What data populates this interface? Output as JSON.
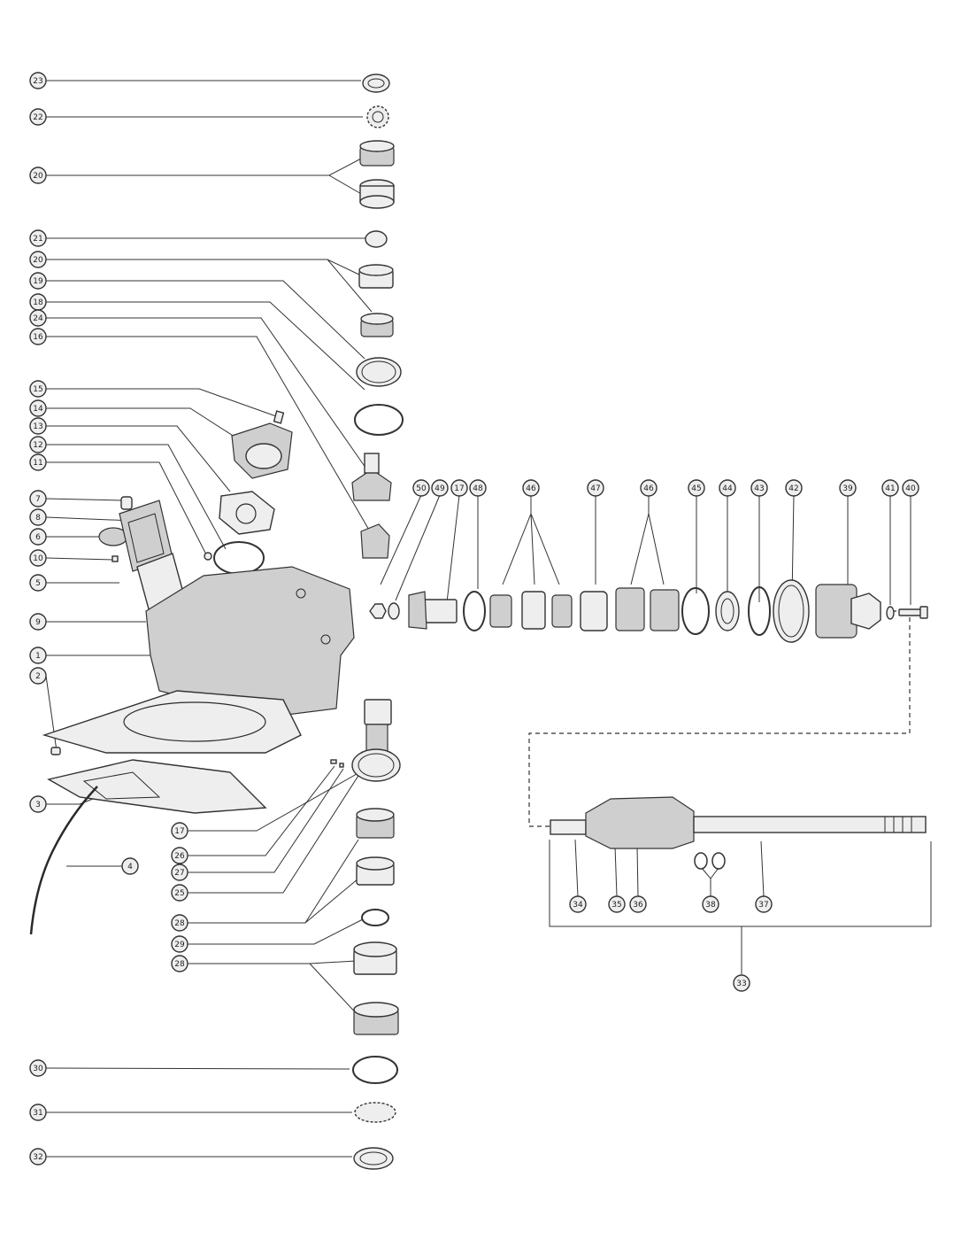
{
  "callouts": {
    "c23": "23",
    "c22": "22",
    "c20a": "20",
    "c21": "21",
    "c20b": "20",
    "c19": "19",
    "c18": "18",
    "c24": "24",
    "c16": "16",
    "c15": "15",
    "c14": "14",
    "c13": "13",
    "c12": "12",
    "c11": "11",
    "c7": "7",
    "c8": "8",
    "c6": "6",
    "c10": "10",
    "c5": "5",
    "c9": "9",
    "c1": "1",
    "c2": "2",
    "c3": "3",
    "c4": "4",
    "c17b": "17",
    "c26": "26",
    "c27": "27",
    "c25": "25",
    "c28a": "28",
    "c29": "29",
    "c28b": "28",
    "c30": "30",
    "c31": "31",
    "c32": "32",
    "c50": "50",
    "c49": "49",
    "c17a": "17",
    "c48": "48",
    "c46a": "46",
    "c47": "47",
    "c46b": "46",
    "c45": "45",
    "c44": "44",
    "c43": "43",
    "c42": "42",
    "c39": "39",
    "c41": "41",
    "c40": "40",
    "c34": "34",
    "c35": "35",
    "c36": "36",
    "c38": "38",
    "c37": "37",
    "c33": "33"
  }
}
